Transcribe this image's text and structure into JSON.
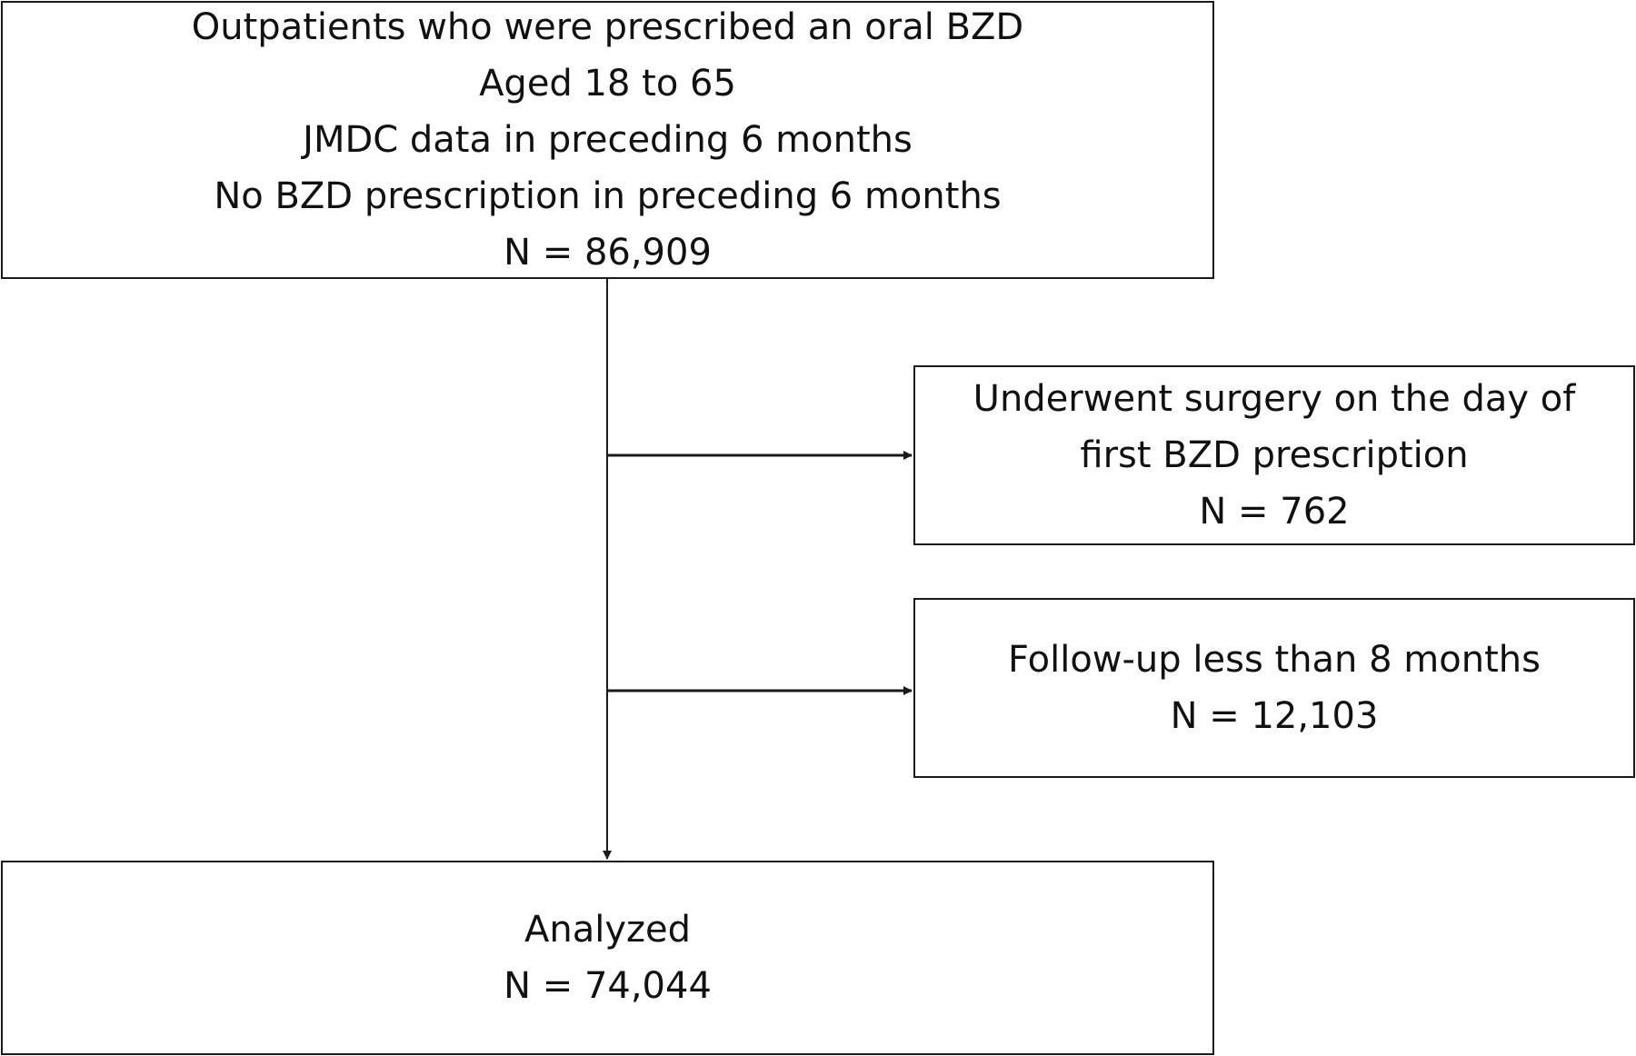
{
  "flowchart": {
    "initial": {
      "lines": [
        "Outpatients who were prescribed an oral BZD",
        "Aged 18 to 65",
        "JMDC data in preceding 6 months",
        "No BZD prescription in preceding 6 months",
        "N = 86,909"
      ]
    },
    "exclusions": [
      {
        "lines": [
          "Underwent surgery on the day of",
          "first BZD prescription",
          "N = 762"
        ]
      },
      {
        "lines": [
          "Follow-up less than 8 months",
          "N = 12,103"
        ]
      }
    ],
    "final": {
      "lines": [
        "Analyzed",
        "N = 74,044"
      ]
    }
  },
  "colors": {
    "stroke": "#1a1a1a",
    "background": "#ffffff",
    "text": "#111111"
  }
}
